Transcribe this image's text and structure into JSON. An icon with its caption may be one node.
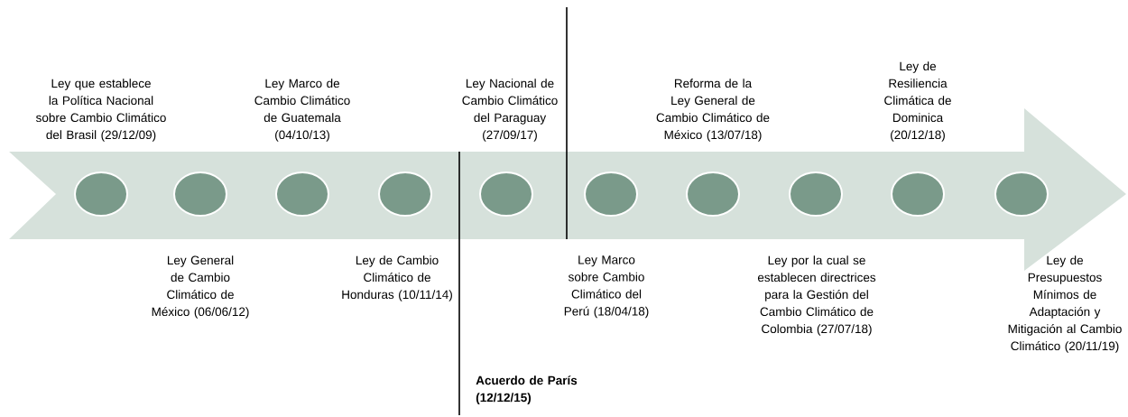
{
  "diagram": {
    "nodes": [
      {
        "text": [],
        "shape": "circle",
        "beside": [
          "Ley que establece la Política Nacional sobre Cambio Climático del Brasil (29/12/09)"
        ]
      },
      {
        "text": [],
        "shape": "circle",
        "beside": [
          "Ley General de Cambio Climático de México (06/06/12)"
        ]
      },
      {
        "text": [],
        "shape": "circle",
        "beside": [
          "Ley Marco de Cambio Climático de Guatemala (04/10/13)"
        ]
      },
      {
        "text": [],
        "shape": "circle",
        "beside": [
          "Ley de Cambio Climático de Honduras (10/11/14)"
        ]
      },
      {
        "text": [],
        "shape": "circle",
        "beside": [
          "Ley Nacional de Cambio Climático del Paraguay (27/09/17)"
        ]
      },
      {
        "text": [],
        "shape": "circle",
        "beside": [
          "Ley Marco sobre Cambio Climático del Perú (18/04/18)"
        ]
      },
      {
        "text": [],
        "shape": "circle",
        "beside": [
          "Reforma de la Ley General de Cambio Climático de México (13/07/18)"
        ]
      },
      {
        "text": [],
        "shape": "circle",
        "beside": [
          "Ley por la cual se establecen directrices para la Gestión del Cambio Climático de Colombia (27/07/18)"
        ]
      },
      {
        "text": [],
        "shape": "circle",
        "beside": [
          "Ley de Resiliencia Climática de Dominica (20/12/18)"
        ]
      },
      {
        "text": [],
        "shape": "circle",
        "beside": [
          "Ley de Presupuestos Mínimos de Adaptación y Mitigación al Cambio Climático (20/11/19)"
        ]
      }
    ],
    "labels": [
      "Acuerdo de París (12/12/15)"
    ]
  }
}
